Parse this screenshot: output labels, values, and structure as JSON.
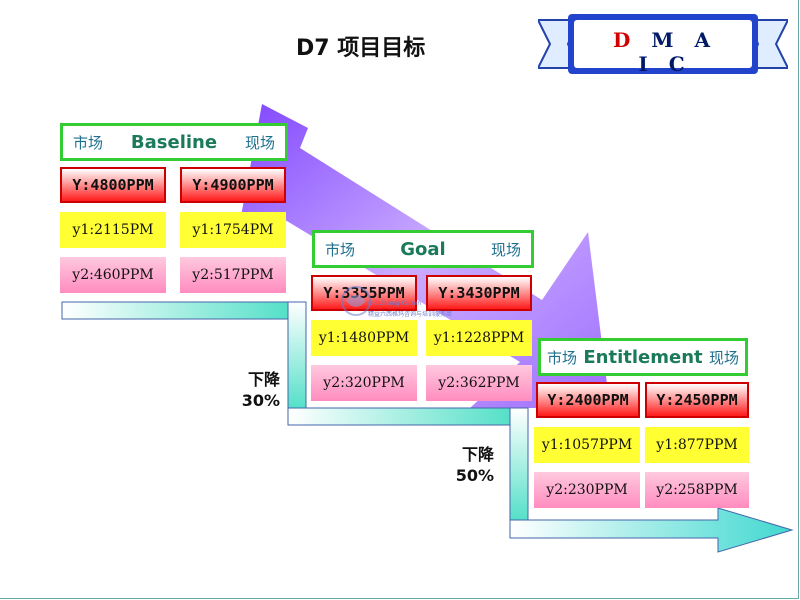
{
  "title": "D7 项目目标",
  "dmaic": {
    "first": "D",
    "rest": "M A I C"
  },
  "stages": [
    {
      "left_label": "市场",
      "name": "Baseline",
      "right_label": "现场",
      "rows": [
        [
          "Y:4800PPM",
          "Y:4900PPM"
        ],
        [
          "y1:2115PM",
          "y1:1754PM"
        ],
        [
          "y2:460PPM",
          "y2:517PPM"
        ]
      ]
    },
    {
      "left_label": "市场",
      "name": "Goal",
      "right_label": "现场",
      "rows": [
        [
          "Y:3355PPM",
          "Y:3430PPM"
        ],
        [
          "y1:1480PPM",
          "y1:1228PPM"
        ],
        [
          "y2:320PPM",
          "y2:362PPM"
        ]
      ]
    },
    {
      "left_label": "市场",
      "name": "Entitlement",
      "right_label": "现场",
      "rows": [
        [
          "Y:2400PPM",
          "Y:2450PPM"
        ],
        [
          "y1:1057PPM",
          "y1:877PPM"
        ],
        [
          "y2:230PPM",
          "y2:258PPM"
        ]
      ]
    }
  ],
  "reductions": [
    {
      "label": "下降",
      "value": "30%"
    },
    {
      "label": "下降",
      "value": "50%"
    }
  ],
  "watermark": {
    "line1": "Qiu Zhang Kaizen",
    "line2": "精益六西格玛咨询与培训服务商"
  },
  "colors": {
    "header_border": "#33cc33",
    "y_cell": "#ff1a1a",
    "y1_cell": "#ffff33",
    "y2_cell": "#ff8cbf",
    "arrow": "#9966ff",
    "staircase": "#55e0c8"
  }
}
